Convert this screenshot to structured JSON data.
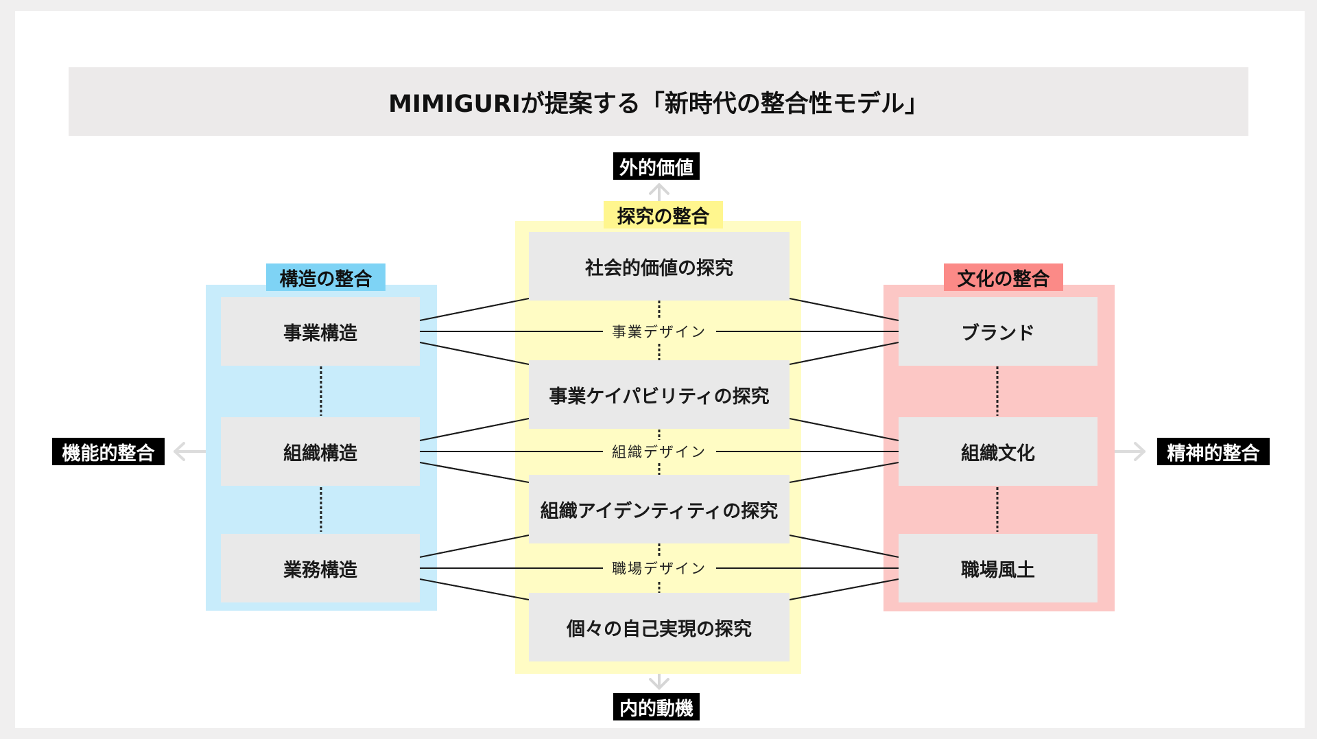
{
  "title": "MIMIGURIが提案する「新時代の整合性モデル」",
  "axes": {
    "top": "外的価値",
    "bottom": "内的動機",
    "left": "機能的整合",
    "right": "精神的整合"
  },
  "columns": {
    "structure": {
      "label": "構造の整合",
      "items": [
        "事業構造",
        "組織構造",
        "業務構造"
      ]
    },
    "inquiry": {
      "label": "探究の整合",
      "items": [
        "社会的価値の探究",
        "事業ケイパビリティの探究",
        "組織アイデンティティの探究",
        "個々の自己実現の探究"
      ]
    },
    "culture": {
      "label": "文化の整合",
      "items": [
        "ブランド",
        "組織文化",
        "職場風土"
      ]
    }
  },
  "design_labels": [
    "事業デザイン",
    "組織デザイン",
    "職場デザイン"
  ],
  "colors": {
    "structure_panel": "#c8ecfb",
    "structure_tag": "#7ed3f5",
    "inquiry_panel": "#fffcc4",
    "inquiry_tag": "#fff68e",
    "culture_panel": "#fcc7c5",
    "culture_tag": "#fb8a87",
    "box": "#e9e9e9",
    "axis_tag": "#000000"
  }
}
